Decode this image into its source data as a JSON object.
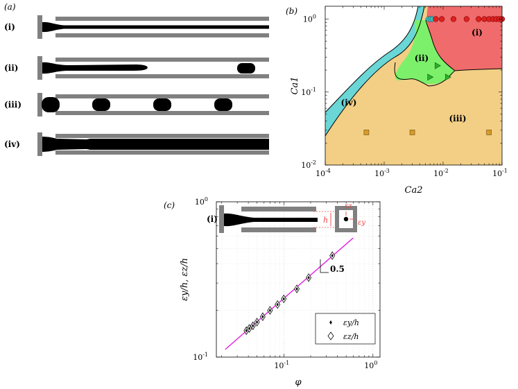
{
  "panel_a": {
    "label": "(a)",
    "rows": [
      {
        "label": "(i)"
      },
      {
        "label": "(ii)"
      },
      {
        "label": "(iii)"
      },
      {
        "label": "(iv)"
      }
    ]
  },
  "panel_c_inset": {
    "label": "(i)",
    "h_label": "h",
    "ez_label": "εz",
    "ey_label": "εy"
  },
  "chart_data": [
    {
      "panel": "(b)",
      "type": "scatter",
      "xlabel": "Ca2",
      "ylabel": "Ca1",
      "xscale": "log",
      "yscale": "log",
      "xlim": [
        0.0001,
        0.1
      ],
      "ylim": [
        0.01,
        1.5
      ],
      "xticks": [
        "10^-4",
        "10^-3",
        "10^-2",
        "10^-1"
      ],
      "yticks": [
        "10^-2",
        "10^-1",
        "10^0"
      ],
      "regions": [
        {
          "label": "(i)",
          "color": "#f06b6b"
        },
        {
          "label": "(ii)",
          "color": "#7cf06b"
        },
        {
          "label": "(iii)",
          "color": "#f2cf85"
        },
        {
          "label": "(iv)",
          "color": "#6ad6d6"
        }
      ],
      "series": [
        {
          "marker": "diamond",
          "color": "#3cc0c0",
          "x": [
            0.0055,
            0.006,
            0.0065
          ],
          "y": [
            1,
            1,
            1
          ]
        },
        {
          "marker": "circle",
          "color": "#e02020",
          "x": [
            0.0075,
            0.0095,
            0.015,
            0.025,
            0.04,
            0.05,
            0.06,
            0.07,
            0.08,
            0.09,
            0.1
          ],
          "y": [
            1,
            1,
            1,
            1,
            1,
            1,
            1,
            1,
            1,
            1,
            1
          ]
        },
        {
          "marker": "triangle",
          "color": "#2bb02b",
          "x": [
            0.008,
            0.006,
            0.012
          ],
          "y": [
            0.23,
            0.16,
            0.16
          ]
        },
        {
          "marker": "square",
          "color": "#d89a2a",
          "x": [
            0.0005,
            0.003,
            0.06
          ],
          "y": [
            0.028,
            0.028,
            0.028
          ]
        }
      ]
    },
    {
      "panel": "(c)",
      "type": "scatter",
      "xlabel": "φ",
      "ylabel": "εy/h, εz/h",
      "xscale": "log",
      "yscale": "log",
      "xlim": [
        0.0175,
        1.2
      ],
      "ylim": [
        0.1,
        1
      ],
      "xticks": [
        "10^-1",
        "10^0"
      ],
      "yticks": [
        "10^-1",
        "10^0"
      ],
      "slope_label": "0.5",
      "legend": {
        "position": "bottom-right",
        "entries": [
          "εy/h",
          "εz/h"
        ]
      },
      "fit_line": {
        "color": "#e020e0",
        "x": [
          0.022,
          0.6
        ],
        "y": [
          0.112,
          0.585
        ]
      },
      "series": [
        {
          "name": "εy/h",
          "marker": "dot",
          "x": [
            0.038,
            0.041,
            0.045,
            0.05,
            0.058,
            0.07,
            0.085,
            0.1,
            0.14,
            0.19,
            0.35
          ],
          "y": [
            0.148,
            0.153,
            0.159,
            0.168,
            0.182,
            0.2,
            0.218,
            0.237,
            0.275,
            0.325,
            0.45
          ]
        },
        {
          "name": "εz/h",
          "marker": "diamond",
          "x": [
            0.038,
            0.041,
            0.045,
            0.05,
            0.058,
            0.07,
            0.085,
            0.1,
            0.14,
            0.19,
            0.35
          ],
          "y": [
            0.148,
            0.153,
            0.159,
            0.168,
            0.182,
            0.2,
            0.218,
            0.237,
            0.275,
            0.325,
            0.45
          ]
        }
      ]
    }
  ]
}
